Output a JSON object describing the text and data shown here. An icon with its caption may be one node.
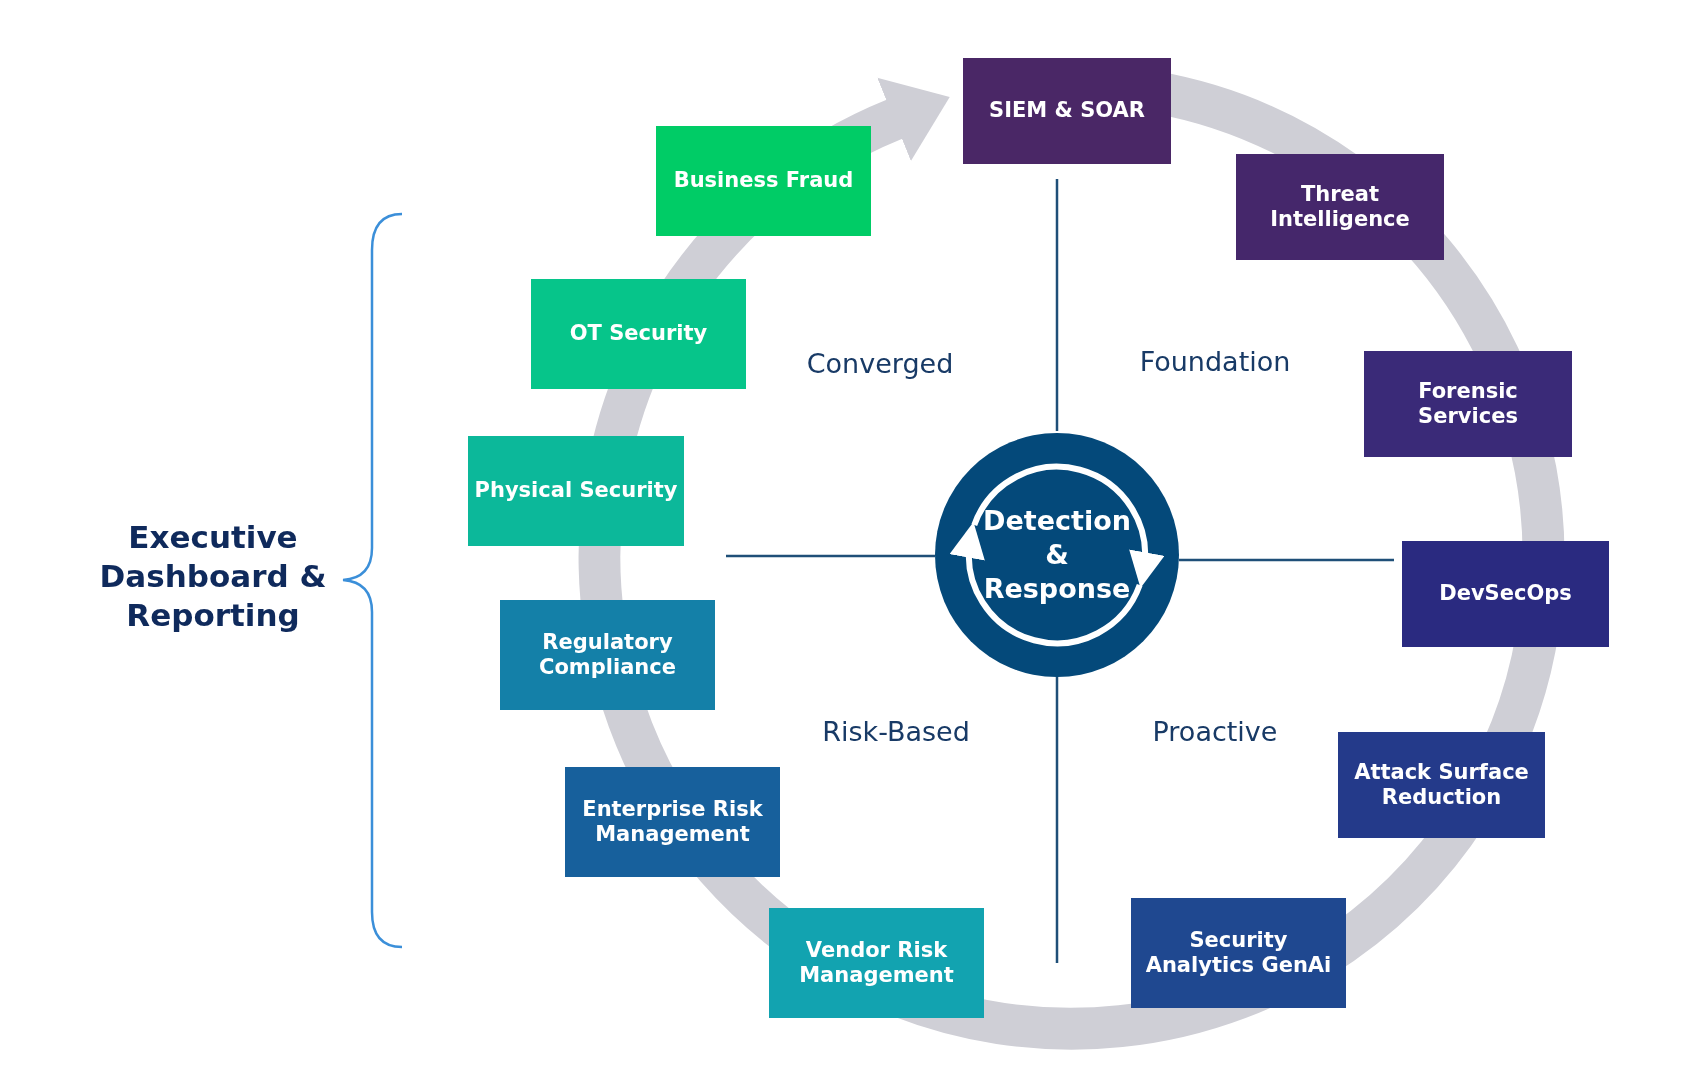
{
  "diagram": {
    "nodes": [
      {
        "text": [
          "SIEM & SOAR"
        ]
      },
      {
        "text": [
          "Business Fraud"
        ]
      },
      {
        "text": [
          "Threat Intelligence"
        ]
      },
      {
        "text": [
          "OT Security"
        ]
      },
      {
        "text": [
          "Forensic Services"
        ]
      },
      {
        "text": [
          "Physical Security"
        ]
      },
      {
        "text": [
          "Detection & Response"
        ]
      },
      {
        "text": [
          "DevSecOps"
        ]
      },
      {
        "text": [
          "Regulatory Compliance"
        ]
      },
      {
        "text": [
          "Attack Surface Reduction"
        ]
      },
      {
        "text": [
          "Enterprise Risk Management"
        ]
      },
      {
        "text": [
          "Vendor Risk Management"
        ]
      },
      {
        "text": [
          "Security Analytics GenAi"
        ]
      }
    ],
    "edges": [],
    "labels": [
      "Converged",
      "Foundation",
      "Executive Dashboard & Reporting",
      "Risk-Based",
      "Proactive"
    ]
  }
}
